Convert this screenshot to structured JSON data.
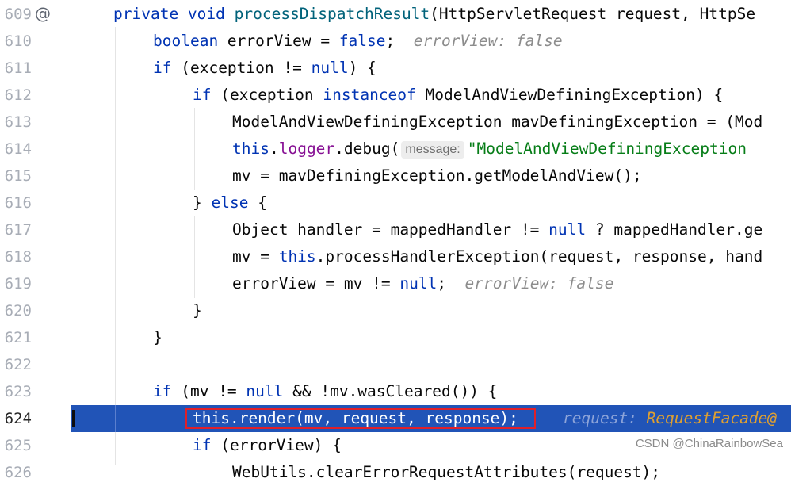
{
  "editor": {
    "lines": [
      {
        "num": "609",
        "marker": "@"
      },
      {
        "num": "610"
      },
      {
        "num": "611"
      },
      {
        "num": "612"
      },
      {
        "num": "613"
      },
      {
        "num": "614"
      },
      {
        "num": "615"
      },
      {
        "num": "616"
      },
      {
        "num": "617"
      },
      {
        "num": "618"
      },
      {
        "num": "619"
      },
      {
        "num": "620"
      },
      {
        "num": "621"
      },
      {
        "num": "622"
      },
      {
        "num": "623"
      },
      {
        "num": "624"
      },
      {
        "num": "625"
      },
      {
        "num": "626"
      }
    ],
    "code": {
      "l609": {
        "kw": "private void ",
        "fn": "processDispatchResult",
        "rest": "(HttpServletRequest request, HttpSe"
      },
      "l610": {
        "kw": "boolean ",
        "mid": "errorView = ",
        "kw2": "false",
        "end": ";",
        "hint": "errorView: false"
      },
      "l611": {
        "kw": "if ",
        "mid": "(exception != ",
        "kw2": "null",
        "end": ") {"
      },
      "l612": {
        "kw": "if ",
        "mid": "(exception ",
        "kw2": "instanceof ",
        "end": "ModelAndViewDefiningException) {"
      },
      "l613": {
        "text": "ModelAndViewDefiningException mavDefiningException = (Mod"
      },
      "l614": {
        "kw": "this",
        "dot": ".",
        "fld": "logger",
        "call": ".debug(",
        "param": "message:",
        "str": "\"ModelAndViewDefiningException"
      },
      "l615": {
        "text": "mv = mavDefiningException.getModelAndView();"
      },
      "l616": {
        "pre": "} ",
        "kw": "else ",
        "end": "{"
      },
      "l617": {
        "pre": "Object handler = mappedHandler != ",
        "kw": "null",
        "end": " ? mappedHandler.ge"
      },
      "l618": {
        "pre": "mv = ",
        "kw": "this",
        "end": ".processHandlerException(request, response, hand"
      },
      "l619": {
        "pre": "errorView = mv != ",
        "kw": "null",
        "end": ";",
        "hint": "errorView: false"
      },
      "l620": {
        "text": "}"
      },
      "l621": {
        "text": "}"
      },
      "l623": {
        "kw": "if ",
        "mid": "(mv != ",
        "kw2": "null",
        "end": " && !mv.wasCleared()) {"
      },
      "l624": {
        "code": "this.render(mv, request, response);",
        "hint_label": "request:",
        "hint_value": "RequestFacade@"
      },
      "l625": {
        "kw": "if ",
        "end": "(errorView) {"
      },
      "l626": {
        "text": "WebUtils.clearErrorRequestAttributes(request);"
      }
    }
  },
  "colors": {
    "background": "#ffffff",
    "keyword": "#0033b3",
    "method_decl": "#00627a",
    "field": "#871094",
    "string": "#067d17",
    "execution_line": "#2154b7",
    "highlight_box": "#e0202a"
  },
  "watermark": "CSDN @ChinaRainbowSea"
}
